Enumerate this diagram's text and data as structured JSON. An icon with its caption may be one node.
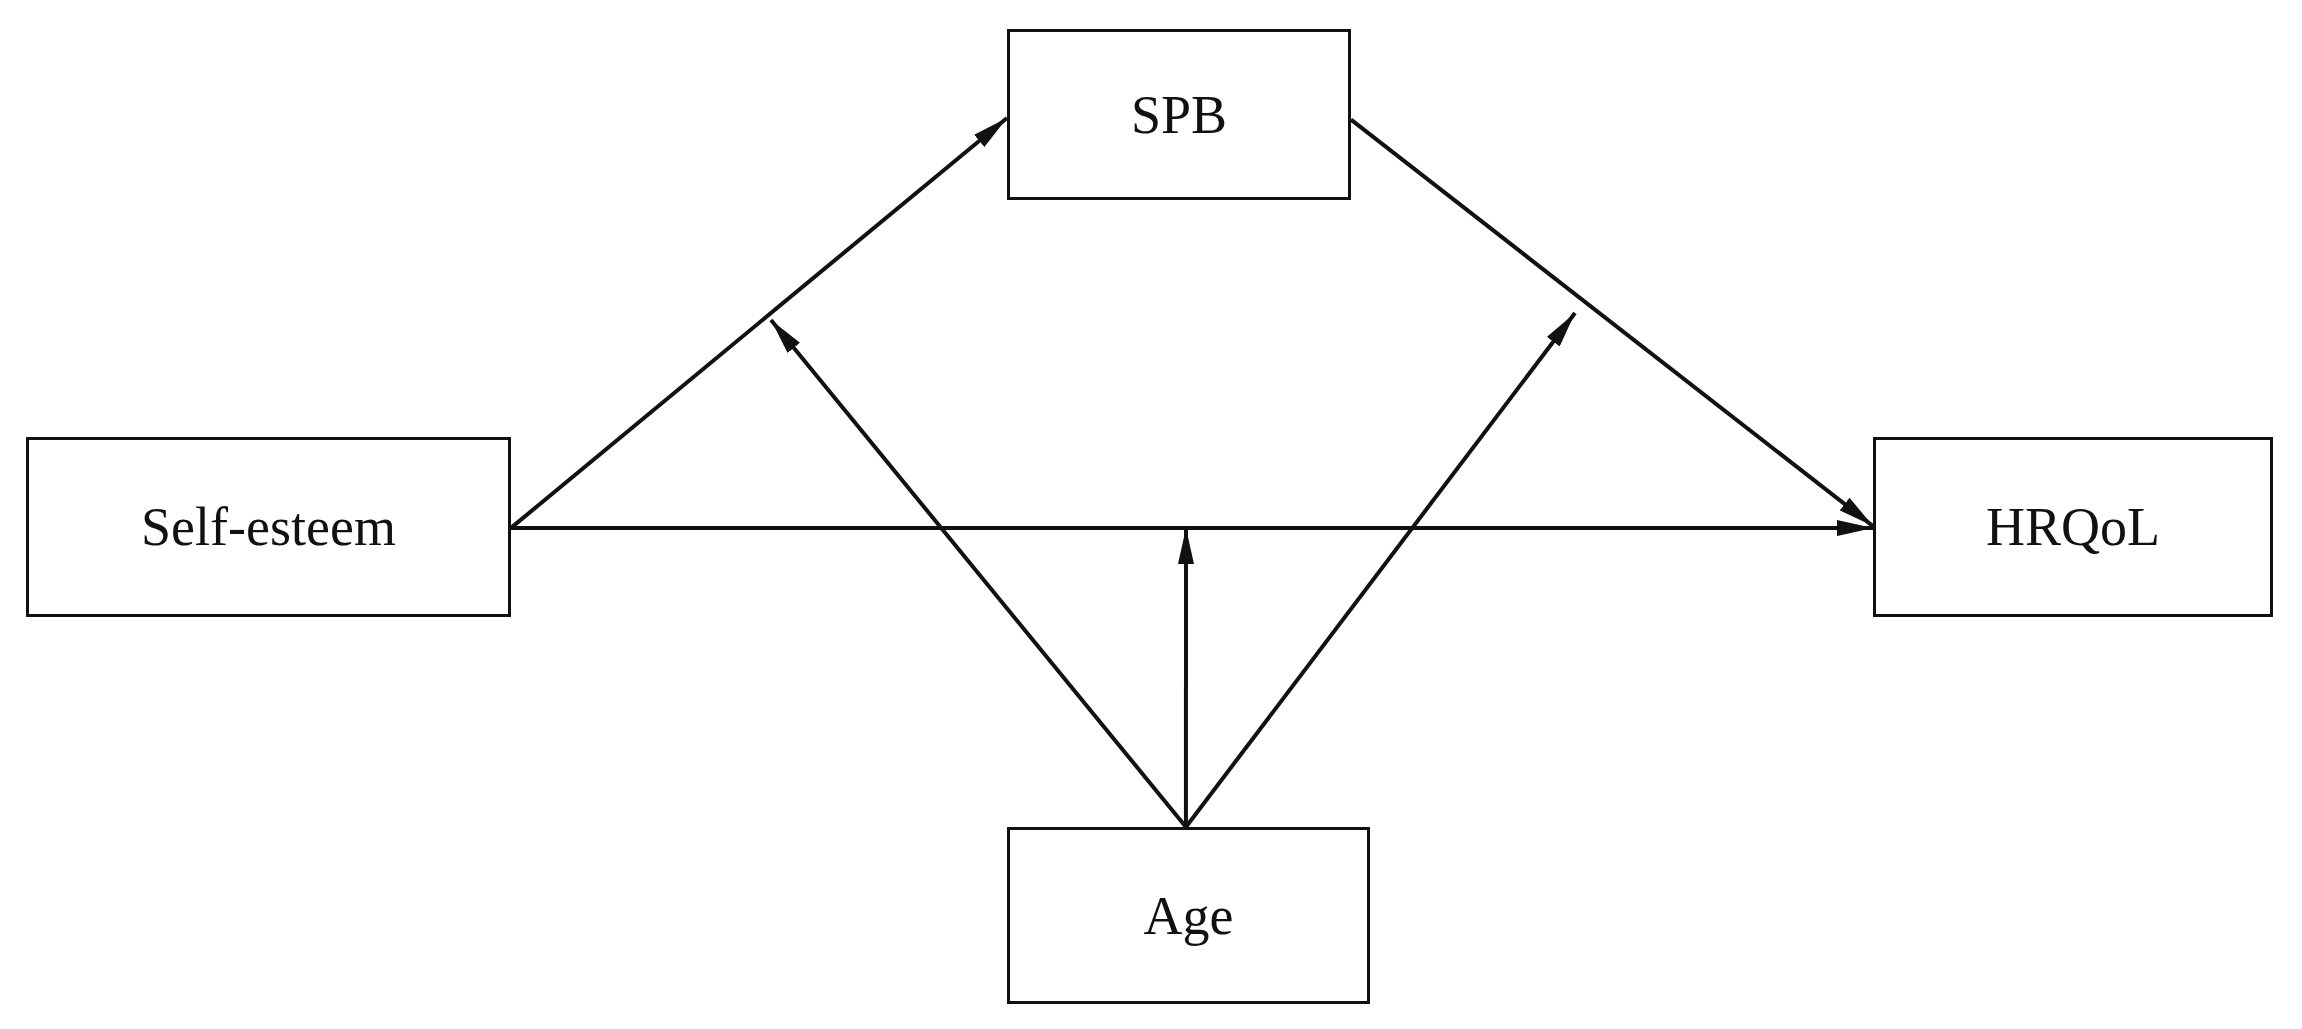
{
  "diagram": {
    "nodes": [
      {
        "text": [
          "Self-esteem"
        ]
      },
      {
        "text": [
          "SPB"
        ]
      },
      {
        "text": [
          "HRQoL"
        ]
      },
      {
        "text": [
          "Age"
        ]
      }
    ],
    "edges": [
      {
        "from": 0,
        "to": 1,
        "arrow": "to"
      },
      {
        "from": 1,
        "to": 2,
        "arrow": "to"
      },
      {
        "from": 0,
        "to": 2,
        "arrow": "to"
      },
      {
        "from": 3,
        "to": null,
        "arrow": "to"
      },
      {
        "from": 3,
        "to": null,
        "arrow": "to"
      },
      {
        "from": 3,
        "to": null,
        "arrow": "to"
      }
    ]
  }
}
